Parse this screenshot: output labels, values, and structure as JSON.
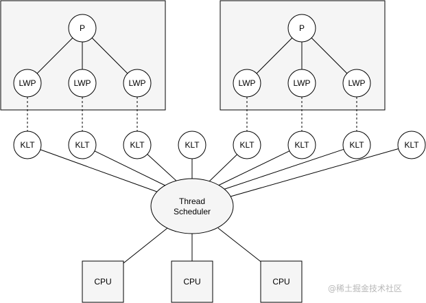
{
  "colors": {
    "stroke": "#000000",
    "node_fill": "#ffffff",
    "group_fill": "#f5f5f5",
    "cpu_fill": "#f5f5f5",
    "scheduler_fill": "#f5f5f5",
    "watermark": "#b8b8b8"
  },
  "process_groups": [
    {
      "process_label": "P",
      "lwp_labels": [
        "LWP",
        "LWP",
        "LWP"
      ]
    },
    {
      "process_label": "P",
      "lwp_labels": [
        "LWP",
        "LWP",
        "LWP"
      ]
    }
  ],
  "klt_labels": [
    "KLT",
    "KLT",
    "KLT",
    "KLT",
    "KLT",
    "KLT",
    "KLT",
    "KLT"
  ],
  "scheduler": {
    "line1": "Thread",
    "line2": "Scheduler"
  },
  "cpus": [
    "CPU",
    "CPU",
    "CPU"
  ],
  "watermark": "@稀土掘金技术社区"
}
